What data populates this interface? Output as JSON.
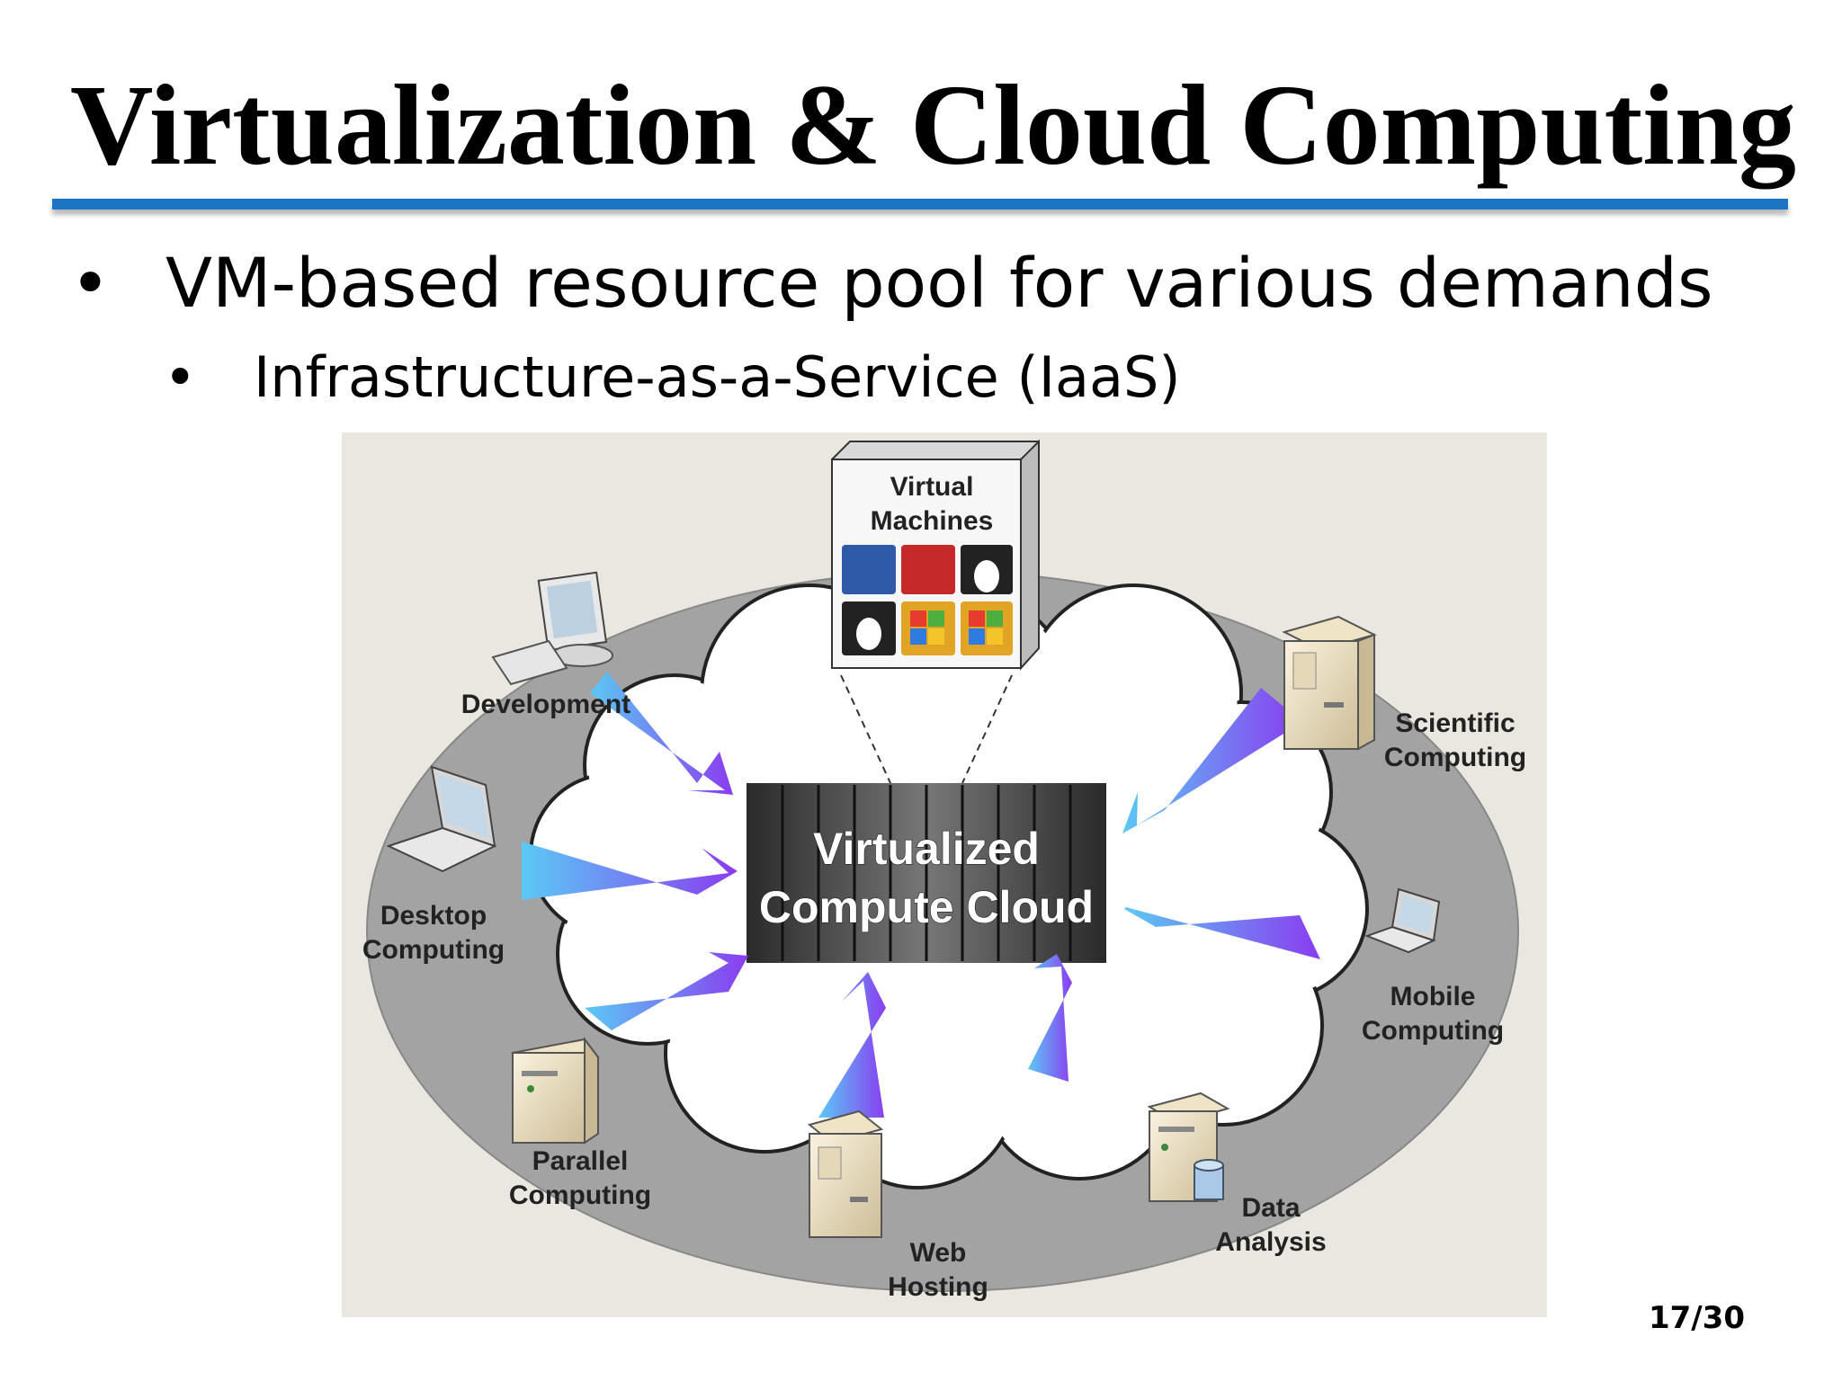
{
  "slide": {
    "title": "Virtualization & Cloud Computing",
    "bullet_1": "VM-based resource pool for various demands",
    "bullet_2": "Infrastructure-as-a-Service (IaaS)",
    "bullet_symbol": "•",
    "page_number": "17/30"
  },
  "diagram": {
    "center_line_1": "Virtualized",
    "center_line_2": "Compute Cloud",
    "vm_box_line_1": "Virtual",
    "vm_box_line_2": "Machines",
    "nodes": [
      {
        "id": "development",
        "lines": [
          "Development"
        ],
        "icon": "desktop-computer-icon"
      },
      {
        "id": "desktop-computing",
        "lines": [
          "Desktop",
          "Computing"
        ],
        "icon": "laptop-icon"
      },
      {
        "id": "parallel-computing",
        "lines": [
          "Parallel",
          "Computing"
        ],
        "icon": "server-icon"
      },
      {
        "id": "web-hosting",
        "lines": [
          "Web",
          "Hosting"
        ],
        "icon": "server-tower-icon"
      },
      {
        "id": "data-analysis",
        "lines": [
          "Data",
          "Analysis"
        ],
        "icon": "database-server-icon"
      },
      {
        "id": "mobile-computing",
        "lines": [
          "Mobile",
          "Computing"
        ],
        "icon": "laptop-icon"
      },
      {
        "id": "scientific-computing",
        "lines": [
          "Scientific",
          "Computing"
        ],
        "icon": "server-tower-icon"
      }
    ],
    "colors": {
      "title_rule": "#1b75c4",
      "background": "#e9e7df",
      "ring": "#a3a3a3",
      "arrow_start": "#5bc9f5",
      "arrow_end": "#8a3cf0"
    }
  }
}
